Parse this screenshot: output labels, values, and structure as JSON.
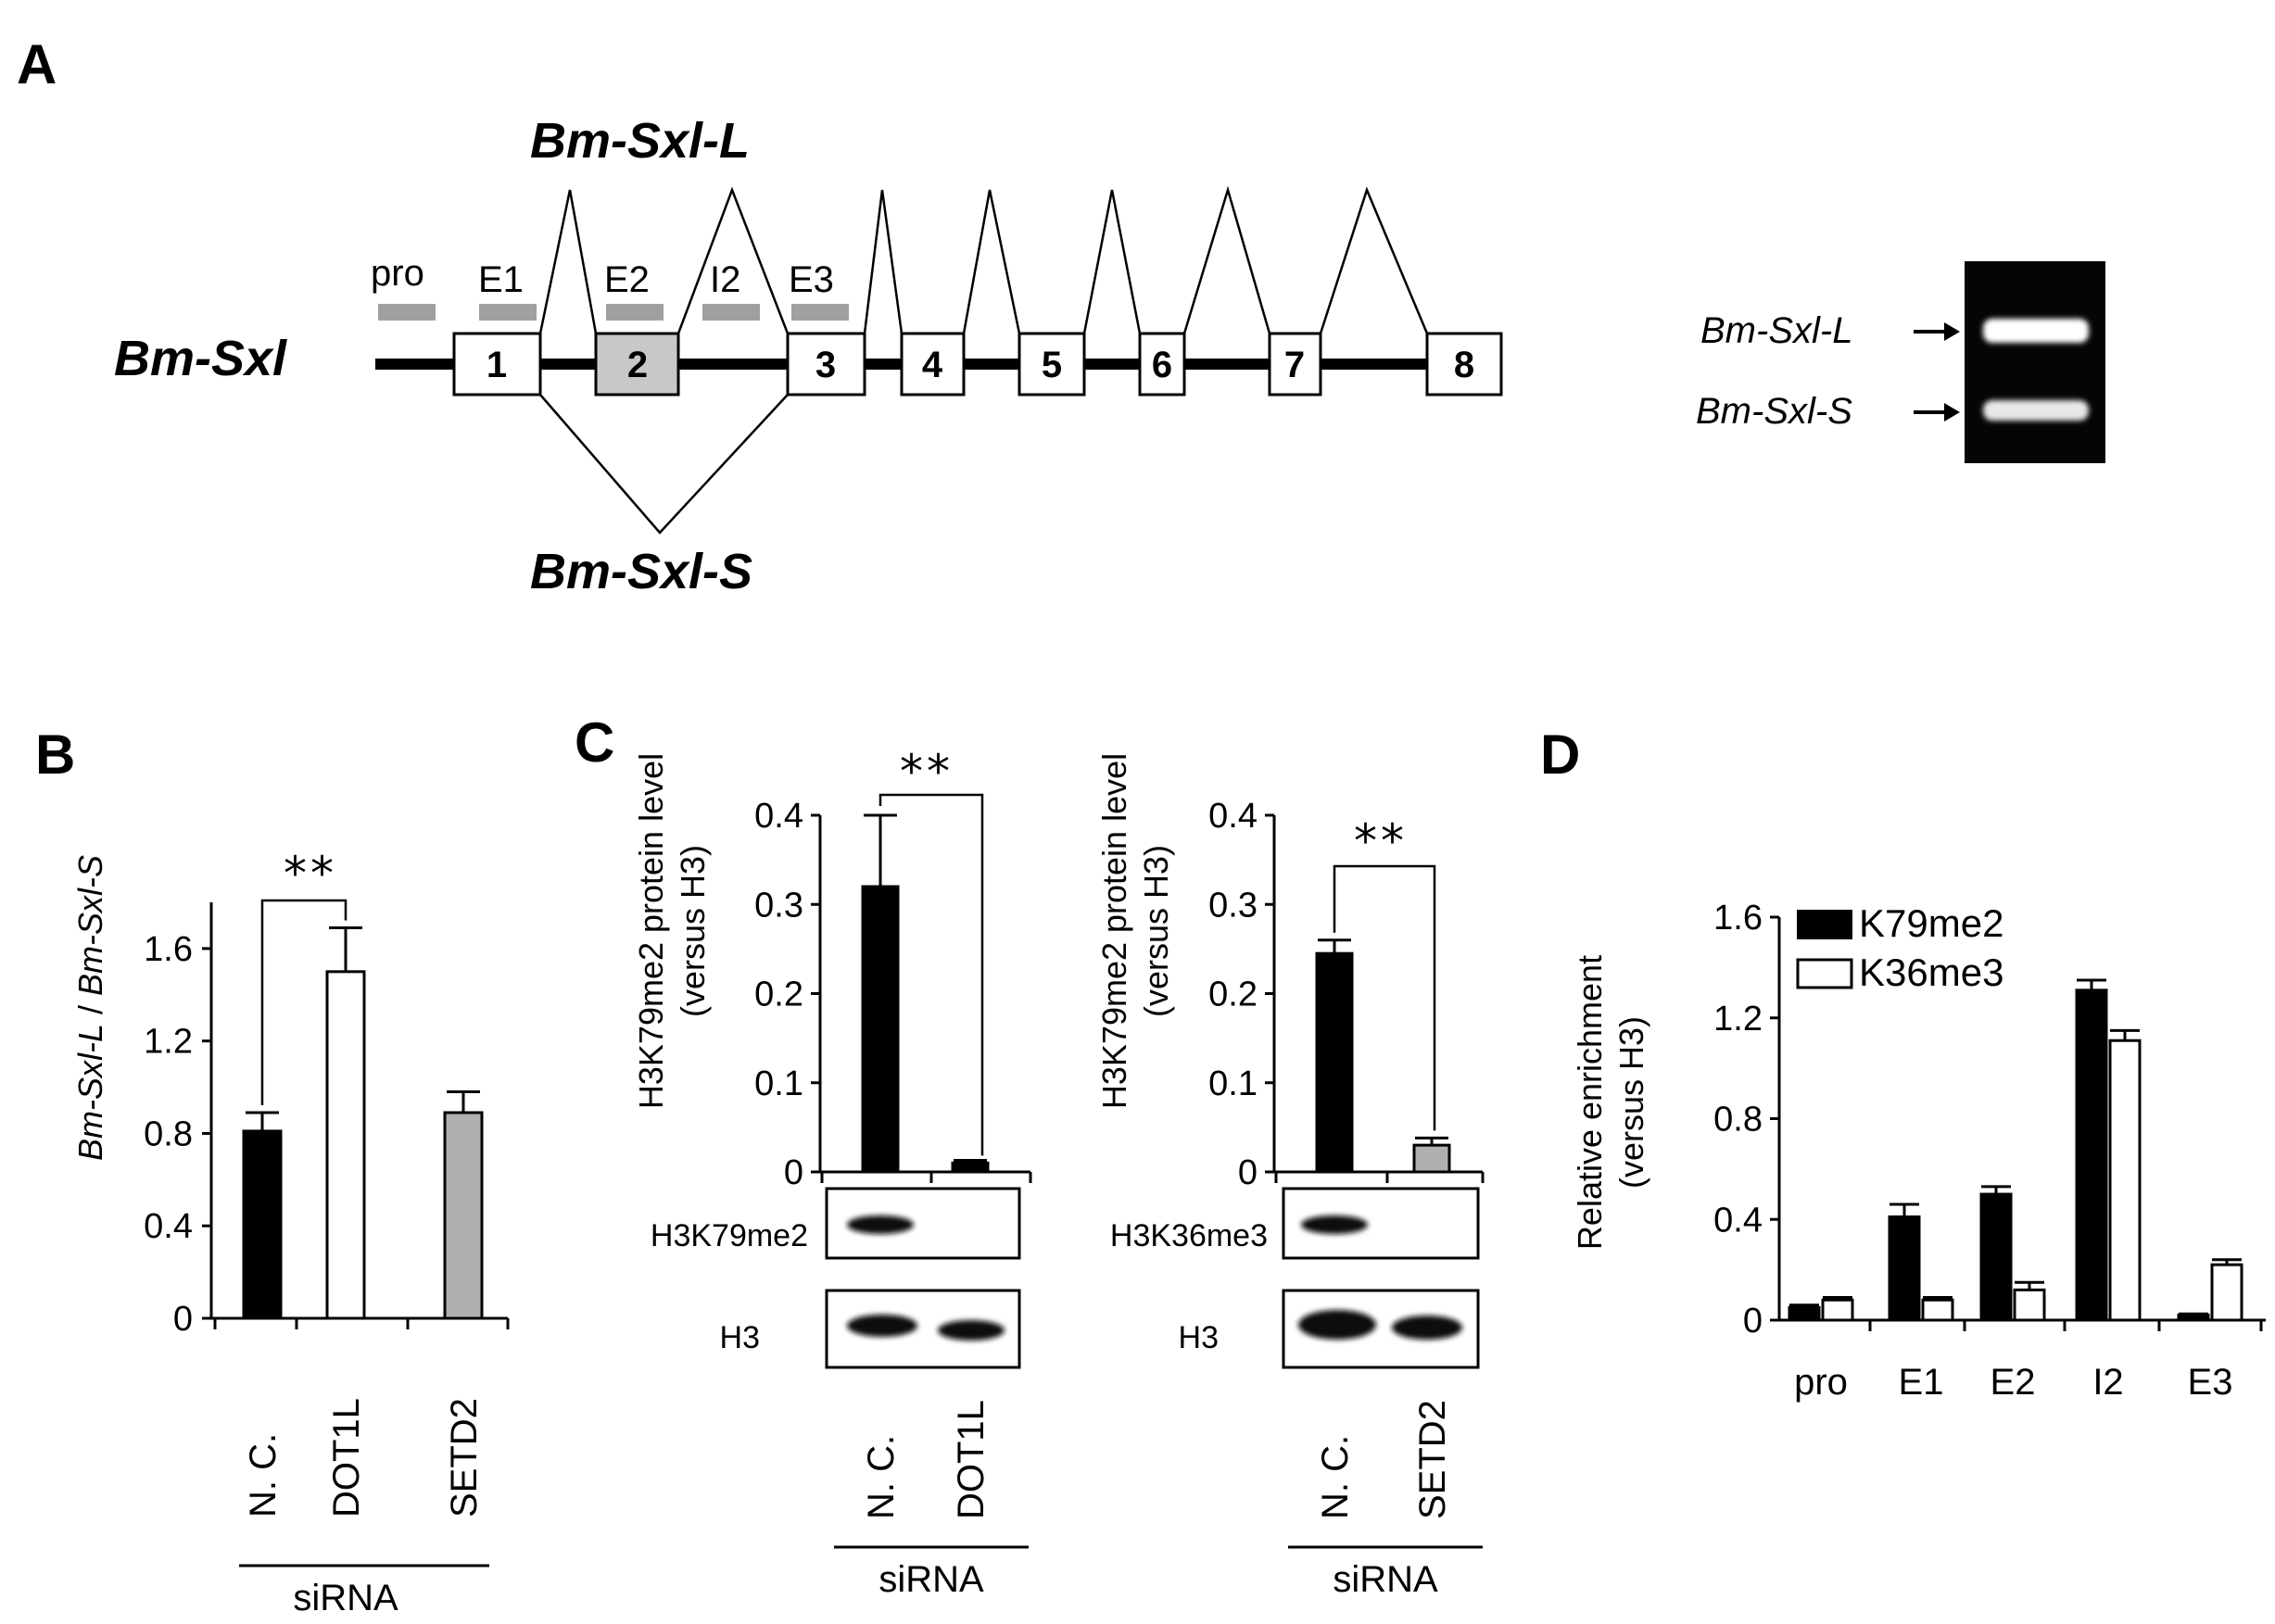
{
  "panels": {
    "a": "A",
    "b": "B",
    "c": "C",
    "d": "D"
  },
  "panel_a": {
    "gene_name": "Bm-Sxl",
    "isoform_long": "Bm-Sxl-L",
    "isoform_short": "Bm-Sxl-S",
    "regions": [
      "pro",
      "E1",
      "E2",
      "I2",
      "E3"
    ],
    "exons": [
      "1",
      "2",
      "3",
      "4",
      "5",
      "6",
      "7",
      "8"
    ],
    "gel_labels": [
      "Bm-Sxl-L",
      "Bm-Sxl-S"
    ],
    "colors": {
      "exon2_fill": "#c8c8c8",
      "region_bar": "#a0a0a0",
      "gel_bg": "#050505"
    }
  },
  "blots": {
    "h3k79me2": "H3K79me2",
    "h3k36me3": "H3K36me3",
    "h3": "H3"
  },
  "chart_data": [
    {
      "id": "B",
      "type": "bar",
      "categories": [
        "N. C.",
        "DOT1L",
        "SETD2"
      ],
      "values": [
        0.81,
        1.5,
        0.89
      ],
      "errors": [
        0.08,
        0.19,
        0.09
      ],
      "colors": [
        "#000000",
        "#ffffff",
        "#b0b0b0"
      ],
      "ylabel_parts": [
        "Bm-Sxl-L",
        " / ",
        "Bm-Sxl-S"
      ],
      "ylim": [
        0,
        1.8
      ],
      "yticks": [
        "0",
        "0.4",
        "0.8",
        "1.2",
        "1.6"
      ],
      "ytick_values": [
        0,
        0.4,
        0.8,
        1.2,
        1.6
      ],
      "group_label": "siRNA",
      "significance": "**"
    },
    {
      "id": "C1",
      "type": "bar",
      "categories": [
        "N. C.",
        "DOT1L"
      ],
      "values": [
        0.32,
        0.01
      ],
      "errors": [
        0.08,
        0.003
      ],
      "colors": [
        "#000000",
        "#000000"
      ],
      "ylabel_lines": [
        "H3K79me2 protein level",
        "(versus H3)"
      ],
      "ylim": [
        0,
        0.4
      ],
      "yticks": [
        "0",
        "0.1",
        "0.2",
        "0.3",
        "0.4"
      ],
      "ytick_values": [
        0,
        0.1,
        0.2,
        0.3,
        0.4
      ],
      "group_label": "siRNA",
      "significance": "**"
    },
    {
      "id": "C2",
      "type": "bar",
      "categories": [
        "N. C.",
        "SETD2"
      ],
      "values": [
        0.245,
        0.03
      ],
      "errors": [
        0.015,
        0.008
      ],
      "colors": [
        "#000000",
        "#b0b0b0"
      ],
      "ylabel_lines": [
        "H3K79me2 protein level",
        "(versus H3)"
      ],
      "ylim": [
        0,
        0.4
      ],
      "yticks": [
        "0",
        "0.1",
        "0.2",
        "0.3",
        "0.4"
      ],
      "ytick_values": [
        0,
        0.1,
        0.2,
        0.3,
        0.4
      ],
      "group_label": "siRNA",
      "significance": "**"
    },
    {
      "id": "D",
      "type": "bar",
      "categories": [
        "pro",
        "E1",
        "E2",
        "I2",
        "E3"
      ],
      "series": [
        {
          "name": "K79me2",
          "values": [
            0.05,
            0.41,
            0.5,
            1.31,
            0.02
          ],
          "errors": [
            0.01,
            0.05,
            0.03,
            0.04,
            0.005
          ],
          "color": "#000000"
        },
        {
          "name": "K36me3",
          "values": [
            0.08,
            0.08,
            0.12,
            1.11,
            0.22
          ],
          "errors": [
            0.01,
            0.01,
            0.03,
            0.04,
            0.02
          ],
          "color": "#ffffff"
        }
      ],
      "ylabel_lines": [
        "Relative enrichment",
        "(versus H3)"
      ],
      "ylim": [
        0,
        1.6
      ],
      "yticks": [
        "0",
        "0.4",
        "0.8",
        "1.2",
        "1.6"
      ],
      "ytick_values": [
        0,
        0.4,
        0.8,
        1.2,
        1.6
      ],
      "legend": "top-left"
    }
  ]
}
